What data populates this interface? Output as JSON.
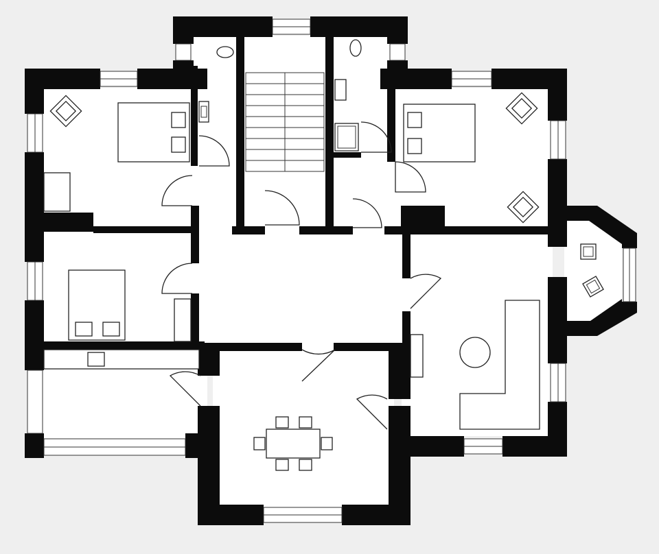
{
  "plan": {
    "rooms": [
      {
        "id": "bedroom-northwest",
        "furniture": [
          "double-bed",
          "armchair",
          "wardrobe"
        ]
      },
      {
        "id": "wc-west",
        "furniture": [
          "toilet",
          "washbasin"
        ]
      },
      {
        "id": "stairwell",
        "furniture": [
          "stairs"
        ]
      },
      {
        "id": "bathroom-east",
        "furniture": [
          "toilet",
          "washbasin",
          "shower"
        ]
      },
      {
        "id": "bedroom-northeast",
        "furniture": [
          "double-bed",
          "armchair",
          "armchair"
        ]
      },
      {
        "id": "bedroom-west",
        "furniture": [
          "double-bed",
          "wardrobe"
        ]
      },
      {
        "id": "central-hall",
        "furniture": []
      },
      {
        "id": "living-room",
        "furniture": [
          "round-table",
          "corner-sofa",
          "sideboard"
        ]
      },
      {
        "id": "bay-window",
        "furniture": [
          "armchair",
          "armchair"
        ]
      },
      {
        "id": "kitchen",
        "furniture": [
          "kitchen-counter",
          "sink"
        ]
      },
      {
        "id": "dining-room",
        "furniture": [
          "dining-table",
          "chair",
          "chair",
          "chair",
          "chair",
          "chair",
          "chair"
        ]
      }
    ]
  }
}
